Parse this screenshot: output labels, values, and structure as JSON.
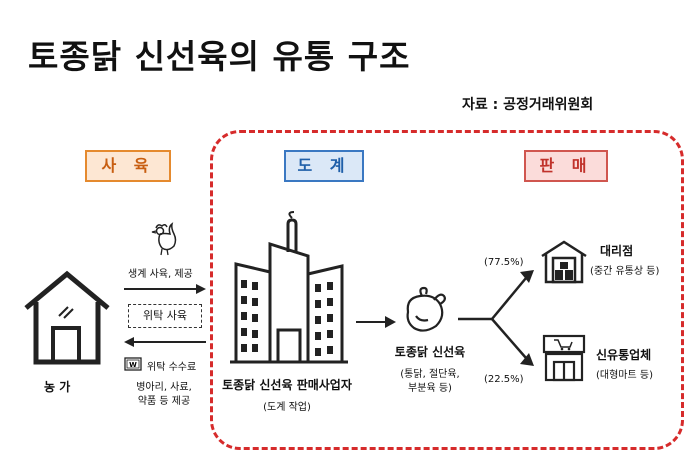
{
  "title": "토종닭 신선육의 유통 구조",
  "source": "자료 : 공정거래위원회",
  "stages": {
    "raising": "사 육",
    "slaughter": "도 계",
    "sales": "판 매"
  },
  "farm": {
    "label": "농 가"
  },
  "raising_flow": {
    "top_label": "생계 사육, 제공",
    "middle_label": "위탁 사육",
    "fee_label": "위탁 수수료",
    "bottom_label_line1": "병아리, 사료,",
    "bottom_label_line2": "약품 등 제공"
  },
  "seller": {
    "label": "토종닭 신선육 판매사업자",
    "sublabel": "(도계 작업)"
  },
  "meat": {
    "label": "토종닭 신선육",
    "sublabel_line1": "(통닭, 절단육,",
    "sublabel_line2": "부분육 등)"
  },
  "channels": [
    {
      "share": "(77.5%)",
      "name": "대리점",
      "desc": "(중간 유통상 등)"
    },
    {
      "share": "(22.5%)",
      "name": "신유통업체",
      "desc": "(대형마트 등)"
    }
  ],
  "colors": {
    "raising_border": "#e58a2e",
    "slaughter_border": "#3a78c2",
    "sales_border": "#d0564f",
    "dashed_border": "#d62b2b"
  }
}
